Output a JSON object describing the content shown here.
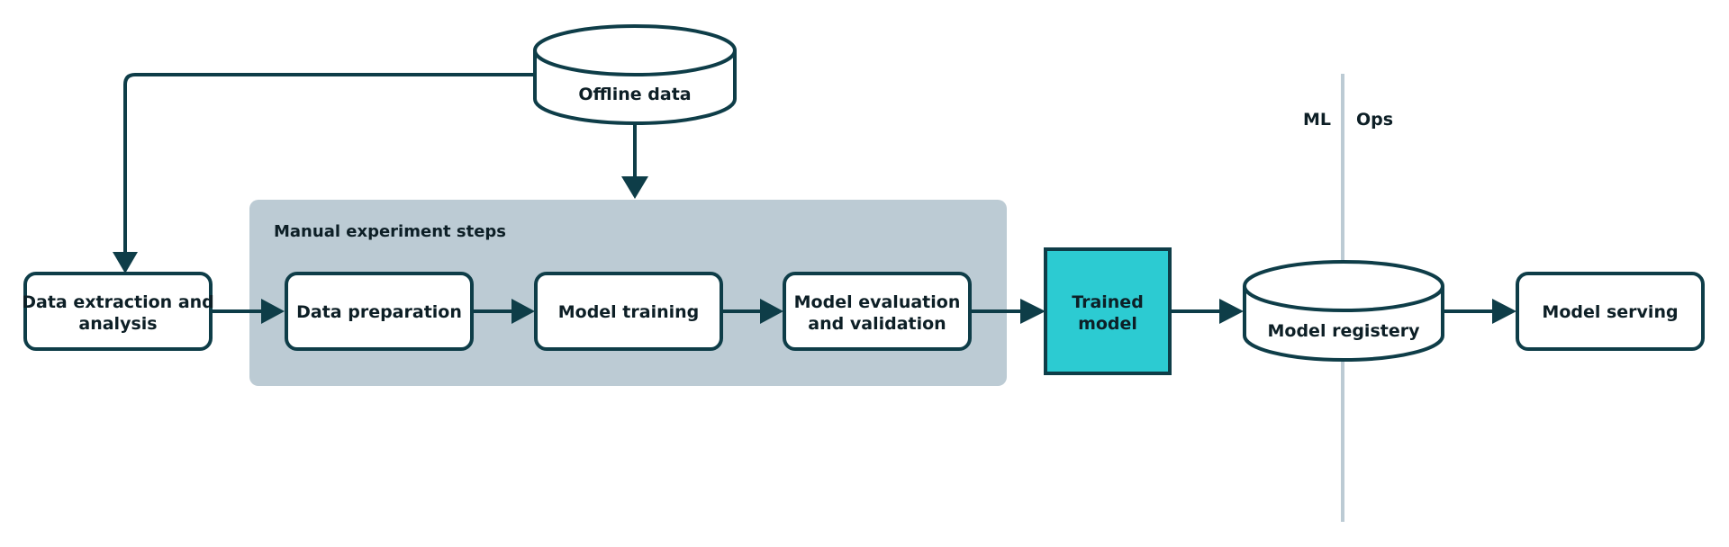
{
  "colors": {
    "stroke": "#0e3d48",
    "text": "#0d1f26",
    "group_fill": "#bccbd4",
    "highlight_fill": "#2ccbd2",
    "divider": "#bccbd4",
    "node_fill": "#ffffff"
  },
  "nodes": {
    "offline_data": {
      "lines": [
        "Offline data"
      ]
    },
    "data_extraction": {
      "lines": [
        "Data extraction and",
        "analysis"
      ]
    },
    "data_preparation": {
      "lines": [
        "Data preparation"
      ]
    },
    "model_training": {
      "lines": [
        "Model training"
      ]
    },
    "model_evaluation": {
      "lines": [
        "Model evaluation",
        "and validation"
      ]
    },
    "trained_model": {
      "lines": [
        "Trained",
        "model"
      ]
    },
    "model_registry": {
      "lines": [
        "Model registery"
      ]
    },
    "model_serving": {
      "lines": [
        "Model serving"
      ]
    }
  },
  "group": {
    "label": "Manual experiment steps"
  },
  "split": {
    "left": "ML",
    "right": "Ops"
  }
}
